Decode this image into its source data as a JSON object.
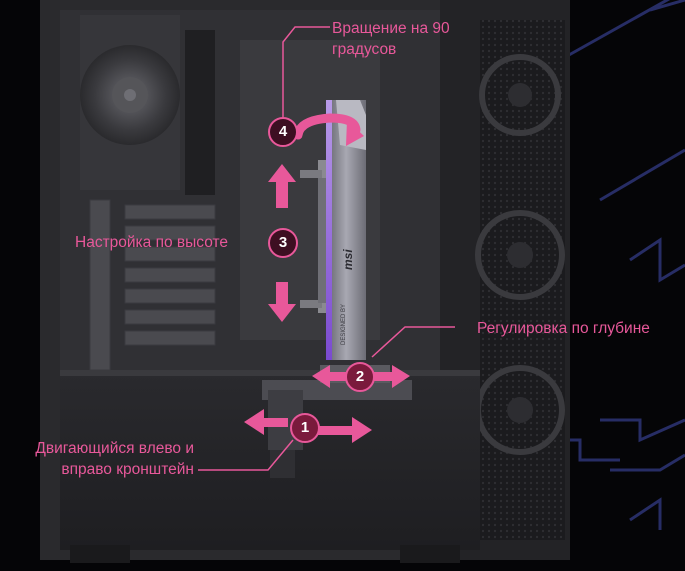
{
  "colors": {
    "accent": "#e8589a",
    "background": "#050507",
    "case": "#2b2b2e",
    "bracket": "#8a8a90",
    "mesh": "#1d1d20",
    "deco_lines": "#2b3270"
  },
  "annotations": {
    "rotation": {
      "badge": "4",
      "line1": "Вращение на 90",
      "line2": "градусов"
    },
    "height": {
      "badge": "3",
      "label": "Настройка по высоте"
    },
    "depth": {
      "badge": "2",
      "label": "Регулировка по глубине"
    },
    "lateral": {
      "badge": "1",
      "line1": "Двигающийся влево и",
      "line2": "вправо кронштейн"
    }
  },
  "gpu_card": {
    "brand_text": "msi",
    "designed_by": "DESIGNED BY"
  }
}
